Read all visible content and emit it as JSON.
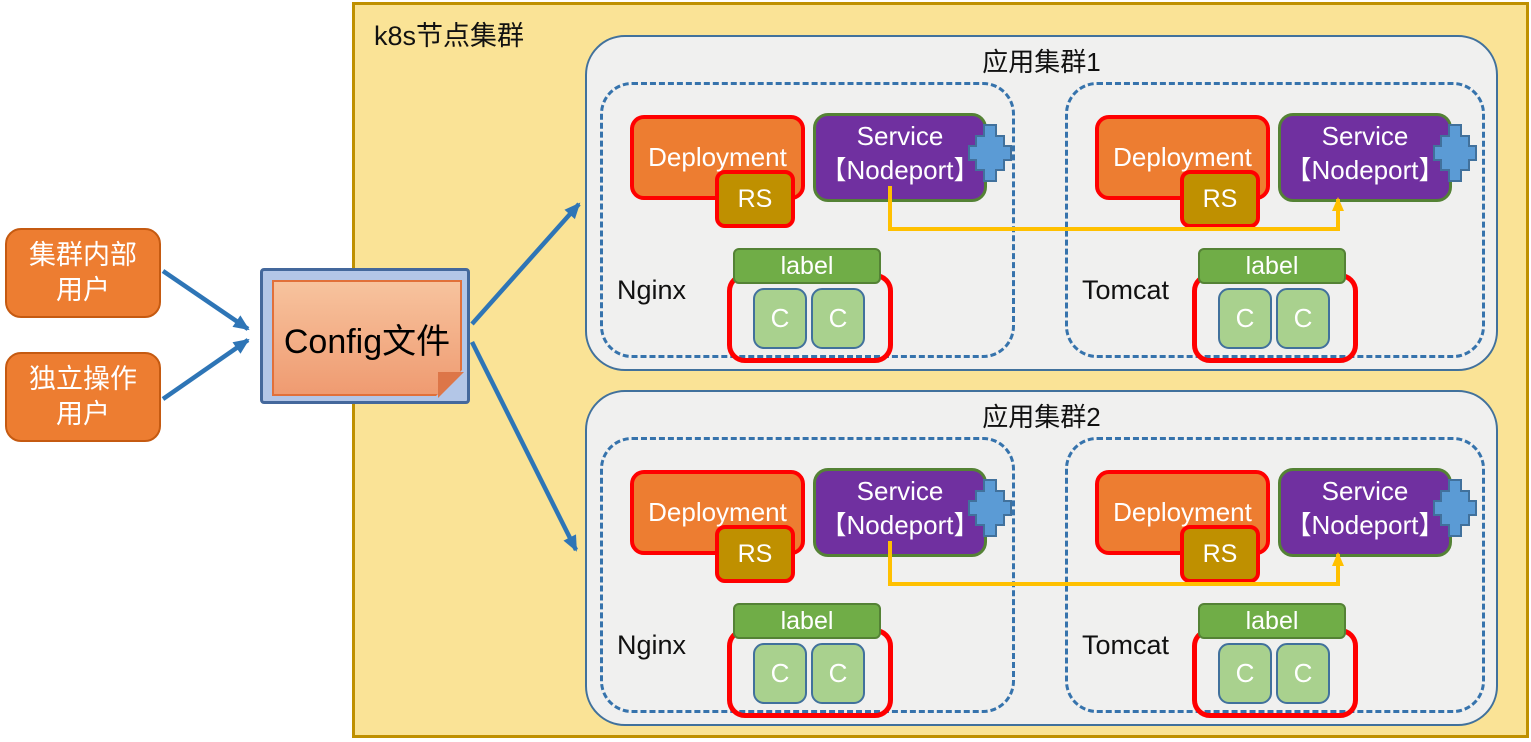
{
  "k8s_cluster": {
    "title": "k8s节点集群"
  },
  "users": [
    {
      "line1": "集群内部",
      "line2": "用户"
    },
    {
      "line1": "独立操作",
      "line2": "用户"
    }
  ],
  "config": {
    "label": "Config文件"
  },
  "boxes": {
    "deployment": "Deployment",
    "rs": "RS",
    "service_line1": "Service",
    "service_line2": "【Nodeport】",
    "label": "label",
    "container": "C"
  },
  "clusters": [
    {
      "title": "应用集群1",
      "groups": [
        {
          "name": "Nginx"
        },
        {
          "name": "Tomcat"
        }
      ]
    },
    {
      "title": "应用集群2",
      "groups": [
        {
          "name": "Nginx"
        },
        {
          "name": "Tomcat"
        }
      ]
    }
  ],
  "colors": {
    "k8s_fill": "#FAE396",
    "k8s_border": "#BF9000",
    "panel_fill": "#F0F0EF",
    "panel_border": "#41719C",
    "dashed_border": "#3673AC",
    "deployment_fill": "#ED7D31",
    "red_border": "#FF0000",
    "rs_fill": "#BF9000",
    "service_fill": "#7030A0",
    "service_border": "#548235",
    "label_fill": "#70AD47",
    "container_fill": "#A9D18E",
    "plug_fill": "#5B9BD5",
    "arrow_blue": "#2E75B6",
    "connector_yellow": "#FFC000",
    "config_frame_fill": "#B3C6E7",
    "config_note_fill": "#F3AF88"
  }
}
